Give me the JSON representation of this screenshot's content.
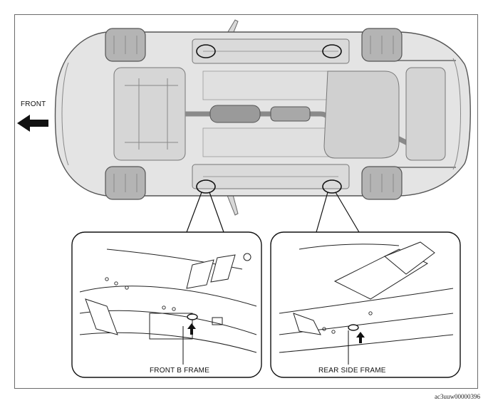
{
  "labels": {
    "front": "FRONT",
    "front_b_frame": "FRONT B FRAME",
    "rear_side_frame": "REAR SIDE FRAME"
  },
  "reference_code": "ac3uuw00000396",
  "colors": {
    "body_fill": "#e4e4e4",
    "body_stroke": "#555555",
    "tire_fill": "#b4b4b4",
    "exhaust_fill": "#9a9a9a",
    "line": "#222222",
    "arrow_fill": "#111111"
  },
  "icons": {
    "front_arrow": "left-arrow-icon",
    "lift_point_marker": "up-arrow-icon"
  }
}
